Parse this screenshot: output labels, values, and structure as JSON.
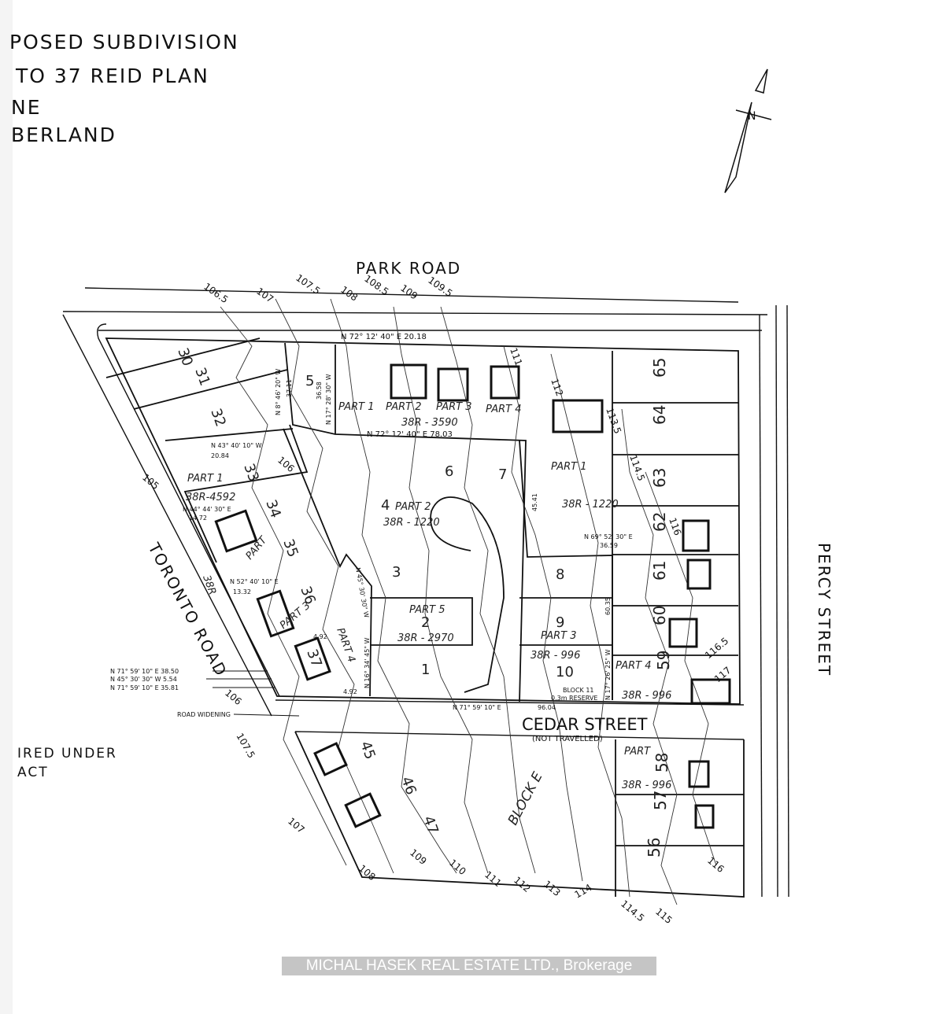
{
  "title": {
    "lines": [
      "POSED SUBDIVISION",
      "TO 37  REID PLAN",
      "NE",
      "BERLAND"
    ]
  },
  "note": {
    "lines": [
      "IRED UNDER",
      "ACT"
    ]
  },
  "north_arrow": {
    "icon": "north-arrow-icon",
    "label": "N"
  },
  "streets": {
    "park": "PARK ROAD",
    "percy": "PERCY STREET",
    "toronto": "TORONTO ROAD",
    "cedar": "CEDAR STREET",
    "cedar_note": "(NOT TRAVELLED)",
    "road_widening": "ROAD WIDENING",
    "block": "BLOCK E",
    "block11": "BLOCK 11",
    "reserve": "0.3m RESERVE"
  },
  "lots": [
    "1",
    "2",
    "3",
    "4",
    "5",
    "6",
    "7",
    "8",
    "9",
    "10",
    "30",
    "31",
    "32",
    "33",
    "34",
    "35",
    "36",
    "37",
    "45",
    "46",
    "47",
    "56",
    "57",
    "58",
    "59",
    "60",
    "61",
    "62",
    "63",
    "64",
    "65"
  ],
  "parts": {
    "p1": "PART 1",
    "p2": "PART 2",
    "p3": "PART 3",
    "p4": "PART 4",
    "plan3590": "38R - 3590",
    "p1_1220": "PART 1",
    "plan1220": "38R - 1220",
    "p4part2": "PART 2",
    "plan1220b": "38R - 1220",
    "p5": "PART 5",
    "plan2970": "38R - 2970",
    "p3_996": "PART 3",
    "plan996": "38R - 996",
    "p4_996": "PART 4",
    "plan996b": "38R - 996",
    "part_996c": "PART",
    "plan996c": "38R - 996",
    "p1_4592": "PART 1",
    "plan4592": "38R-4592",
    "part_left": "PART",
    "plan_left": "38R",
    "part3_left": "PART 3",
    "part4_left": "PART 4"
  },
  "bearings": {
    "top": "N 72° 12' 40\" E  20.18",
    "mid": "N 72° 12' 40\" E  78.03",
    "b1": "N 8° 46' 20\" W",
    "b2": "N 17° 28' 30\" W",
    "b3": "N 43° 40' 10\" W",
    "b3d": "20.84",
    "b4": "N 44° 44' 30\" E",
    "b4d": "14.72",
    "b5": "N 52° 40' 10\" E",
    "b5d": "13.32",
    "b6": "N 69° 52' 30\" E",
    "b6d": "36.59",
    "b7": "N 17° 26' 25\" W",
    "b8": "N 16° 34' 45\" W",
    "b9": "N 45° 30' 30\" W",
    "l1": "N 71° 59' 10\" E  38.50",
    "l2": "N 45° 30' 30\" W  5.54",
    "l3": "N 71° 59' 10\" E  35.81",
    "cedar_line": "N 71° 59' 10\" E",
    "cedar_dist": "96.04",
    "d492": "4.92",
    "d492b": "4.92",
    "d3711": "37.11",
    "d3658": "36.58",
    "d4541": "45.41",
    "d6035": "60.35"
  },
  "contours": [
    "106.5",
    "107",
    "107.5",
    "108",
    "108.5",
    "109",
    "109.5",
    "111",
    "112",
    "113.5",
    "114.5",
    "116",
    "116.5",
    "117",
    "105",
    "106",
    "106",
    "107.5",
    "107",
    "108",
    "109",
    "110",
    "111",
    "112",
    "113",
    "114",
    "114.5",
    "115",
    "116"
  ],
  "watermark": "MICHAL HASEK REAL ESTATE LTD., Brokerage"
}
